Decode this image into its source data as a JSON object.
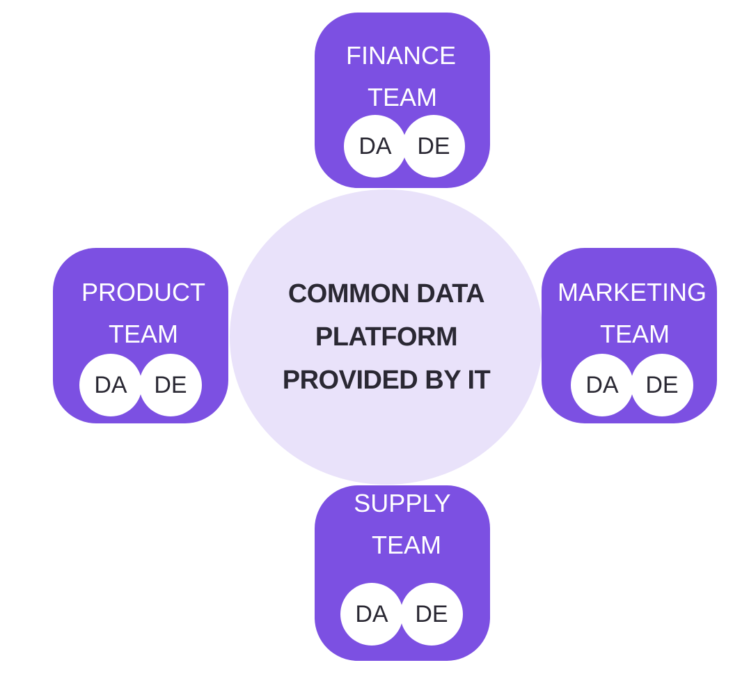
{
  "center": {
    "lines": [
      "COMMON DATA",
      "PLATFORM",
      "PROVIDED BY IT"
    ]
  },
  "teams": {
    "finance": {
      "line1": "FINANCE",
      "line2": "TEAM",
      "badge_left": "DA",
      "badge_right": "DE"
    },
    "product": {
      "line1": "PRODUCT",
      "line2": "TEAM",
      "badge_left": "DA",
      "badge_right": "DE"
    },
    "marketing": {
      "line1": "MARKETING",
      "line2": "TEAM",
      "badge_left": "DA",
      "badge_right": "DE"
    },
    "supply": {
      "line1": "SUPPLY",
      "line2": "TEAM",
      "badge_left": "DA",
      "badge_right": "DE"
    }
  },
  "colors": {
    "team_box": "#7c50e2",
    "center_fill": "#e9e2fa",
    "center_text": "#2a2833",
    "badge_fill": "#ffffff",
    "team_text": "#ffffff"
  }
}
